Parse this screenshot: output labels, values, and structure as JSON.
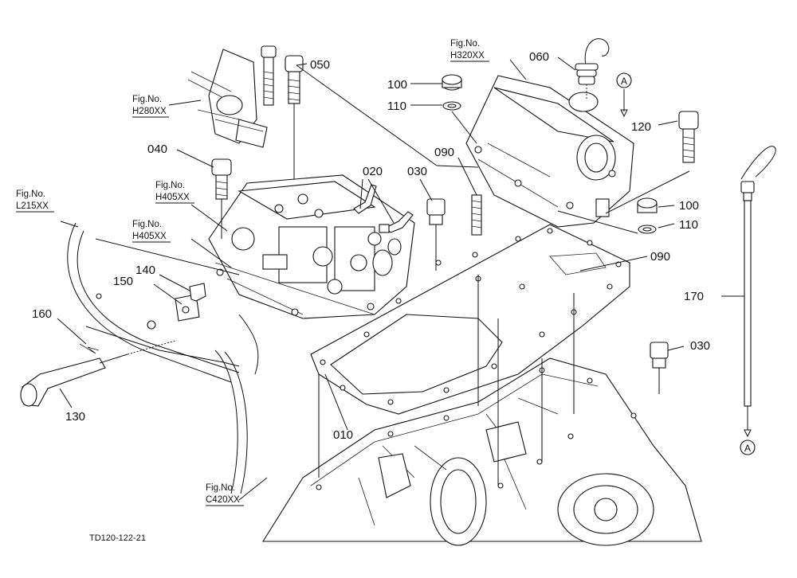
{
  "callouts": [
    {
      "id": "p050",
      "text": "050"
    },
    {
      "id": "p100a",
      "text": "100"
    },
    {
      "id": "p110a",
      "text": "110"
    },
    {
      "id": "p060",
      "text": "060"
    },
    {
      "id": "p120",
      "text": "120"
    },
    {
      "id": "p040",
      "text": "040"
    },
    {
      "id": "p020",
      "text": "020"
    },
    {
      "id": "p030a",
      "text": "030"
    },
    {
      "id": "p090a",
      "text": "090"
    },
    {
      "id": "p100b",
      "text": "100"
    },
    {
      "id": "p110b",
      "text": "110"
    },
    {
      "id": "p090b",
      "text": "090"
    },
    {
      "id": "p140",
      "text": "140"
    },
    {
      "id": "p150",
      "text": "150"
    },
    {
      "id": "p160",
      "text": "160"
    },
    {
      "id": "p170",
      "text": "170"
    },
    {
      "id": "p030b",
      "text": "030"
    },
    {
      "id": "p130",
      "text": "130"
    },
    {
      "id": "p010",
      "text": "010"
    }
  ],
  "figure_refs": [
    {
      "id": "h280",
      "line1": "Fig.No.",
      "line2": "H280XX"
    },
    {
      "id": "h320",
      "line1": "Fig.No.",
      "line2": "H320XX"
    },
    {
      "id": "l215",
      "line1": "Fig.No.",
      "line2": "L215XX"
    },
    {
      "id": "h405a",
      "line1": "Fig.No.",
      "line2": "H405XX"
    },
    {
      "id": "h405b",
      "line1": "Fig.No.",
      "line2": "H405XX"
    },
    {
      "id": "c420",
      "line1": "Fig.No.",
      "line2": "C420XX"
    }
  ],
  "ref_markers": [
    {
      "id": "a_top",
      "text": "A"
    },
    {
      "id": "a_bottom",
      "text": "A"
    }
  ],
  "drawing_number": "TD120-122-21"
}
